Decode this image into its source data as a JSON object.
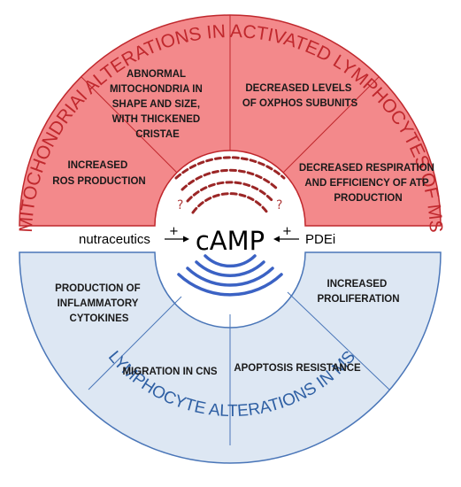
{
  "top_title": "MITOCHONDRIAl ALTERATIONS IN ACTIVATED LYMPHOCYTES OF MS",
  "bottom_title": "LYMPHOCYTE ALTERATIONS IN MS",
  "center": {
    "label": "cAMP",
    "left_label": "nutraceutics",
    "left_sign": "+",
    "right_label": "PDEi",
    "right_sign": "+",
    "question_mark": "?"
  },
  "top_sections": {
    "morphology": [
      "ABNORMAL",
      "MITOCHONDRIA IN",
      "SHAPE AND SIZE,",
      "WITH THICKENED",
      "CRISTAE"
    ],
    "oxphos": [
      "DECREASED LEVELS",
      "OF OXPHOS SUBUNITS"
    ],
    "ros": [
      "INCREASED",
      "ROS PRODUCTION"
    ],
    "respiration": [
      "DECREASED RESPIRATION",
      "AND EFFICIENCY OF ATP",
      "PRODUCTION"
    ]
  },
  "bottom_sections": {
    "cytokines": [
      "PRODUCTION OF",
      "INFLAMMATORY",
      "CYTOKINES"
    ],
    "proliferation": [
      "INCREASED",
      "PROLIFERATION"
    ],
    "migration": [
      "MIGRATION IN CNS"
    ],
    "apoptosis": [
      "APOPTOSIS RESISTANCE"
    ]
  },
  "colors": {
    "top_fill": "#f3898b",
    "top_stroke": "#c0282d",
    "bottom_fill": "#dde7f3",
    "bottom_stroke": "#4a76b8",
    "red_arcs": "#9b2626",
    "blue_arcs": "#3b62c4"
  }
}
